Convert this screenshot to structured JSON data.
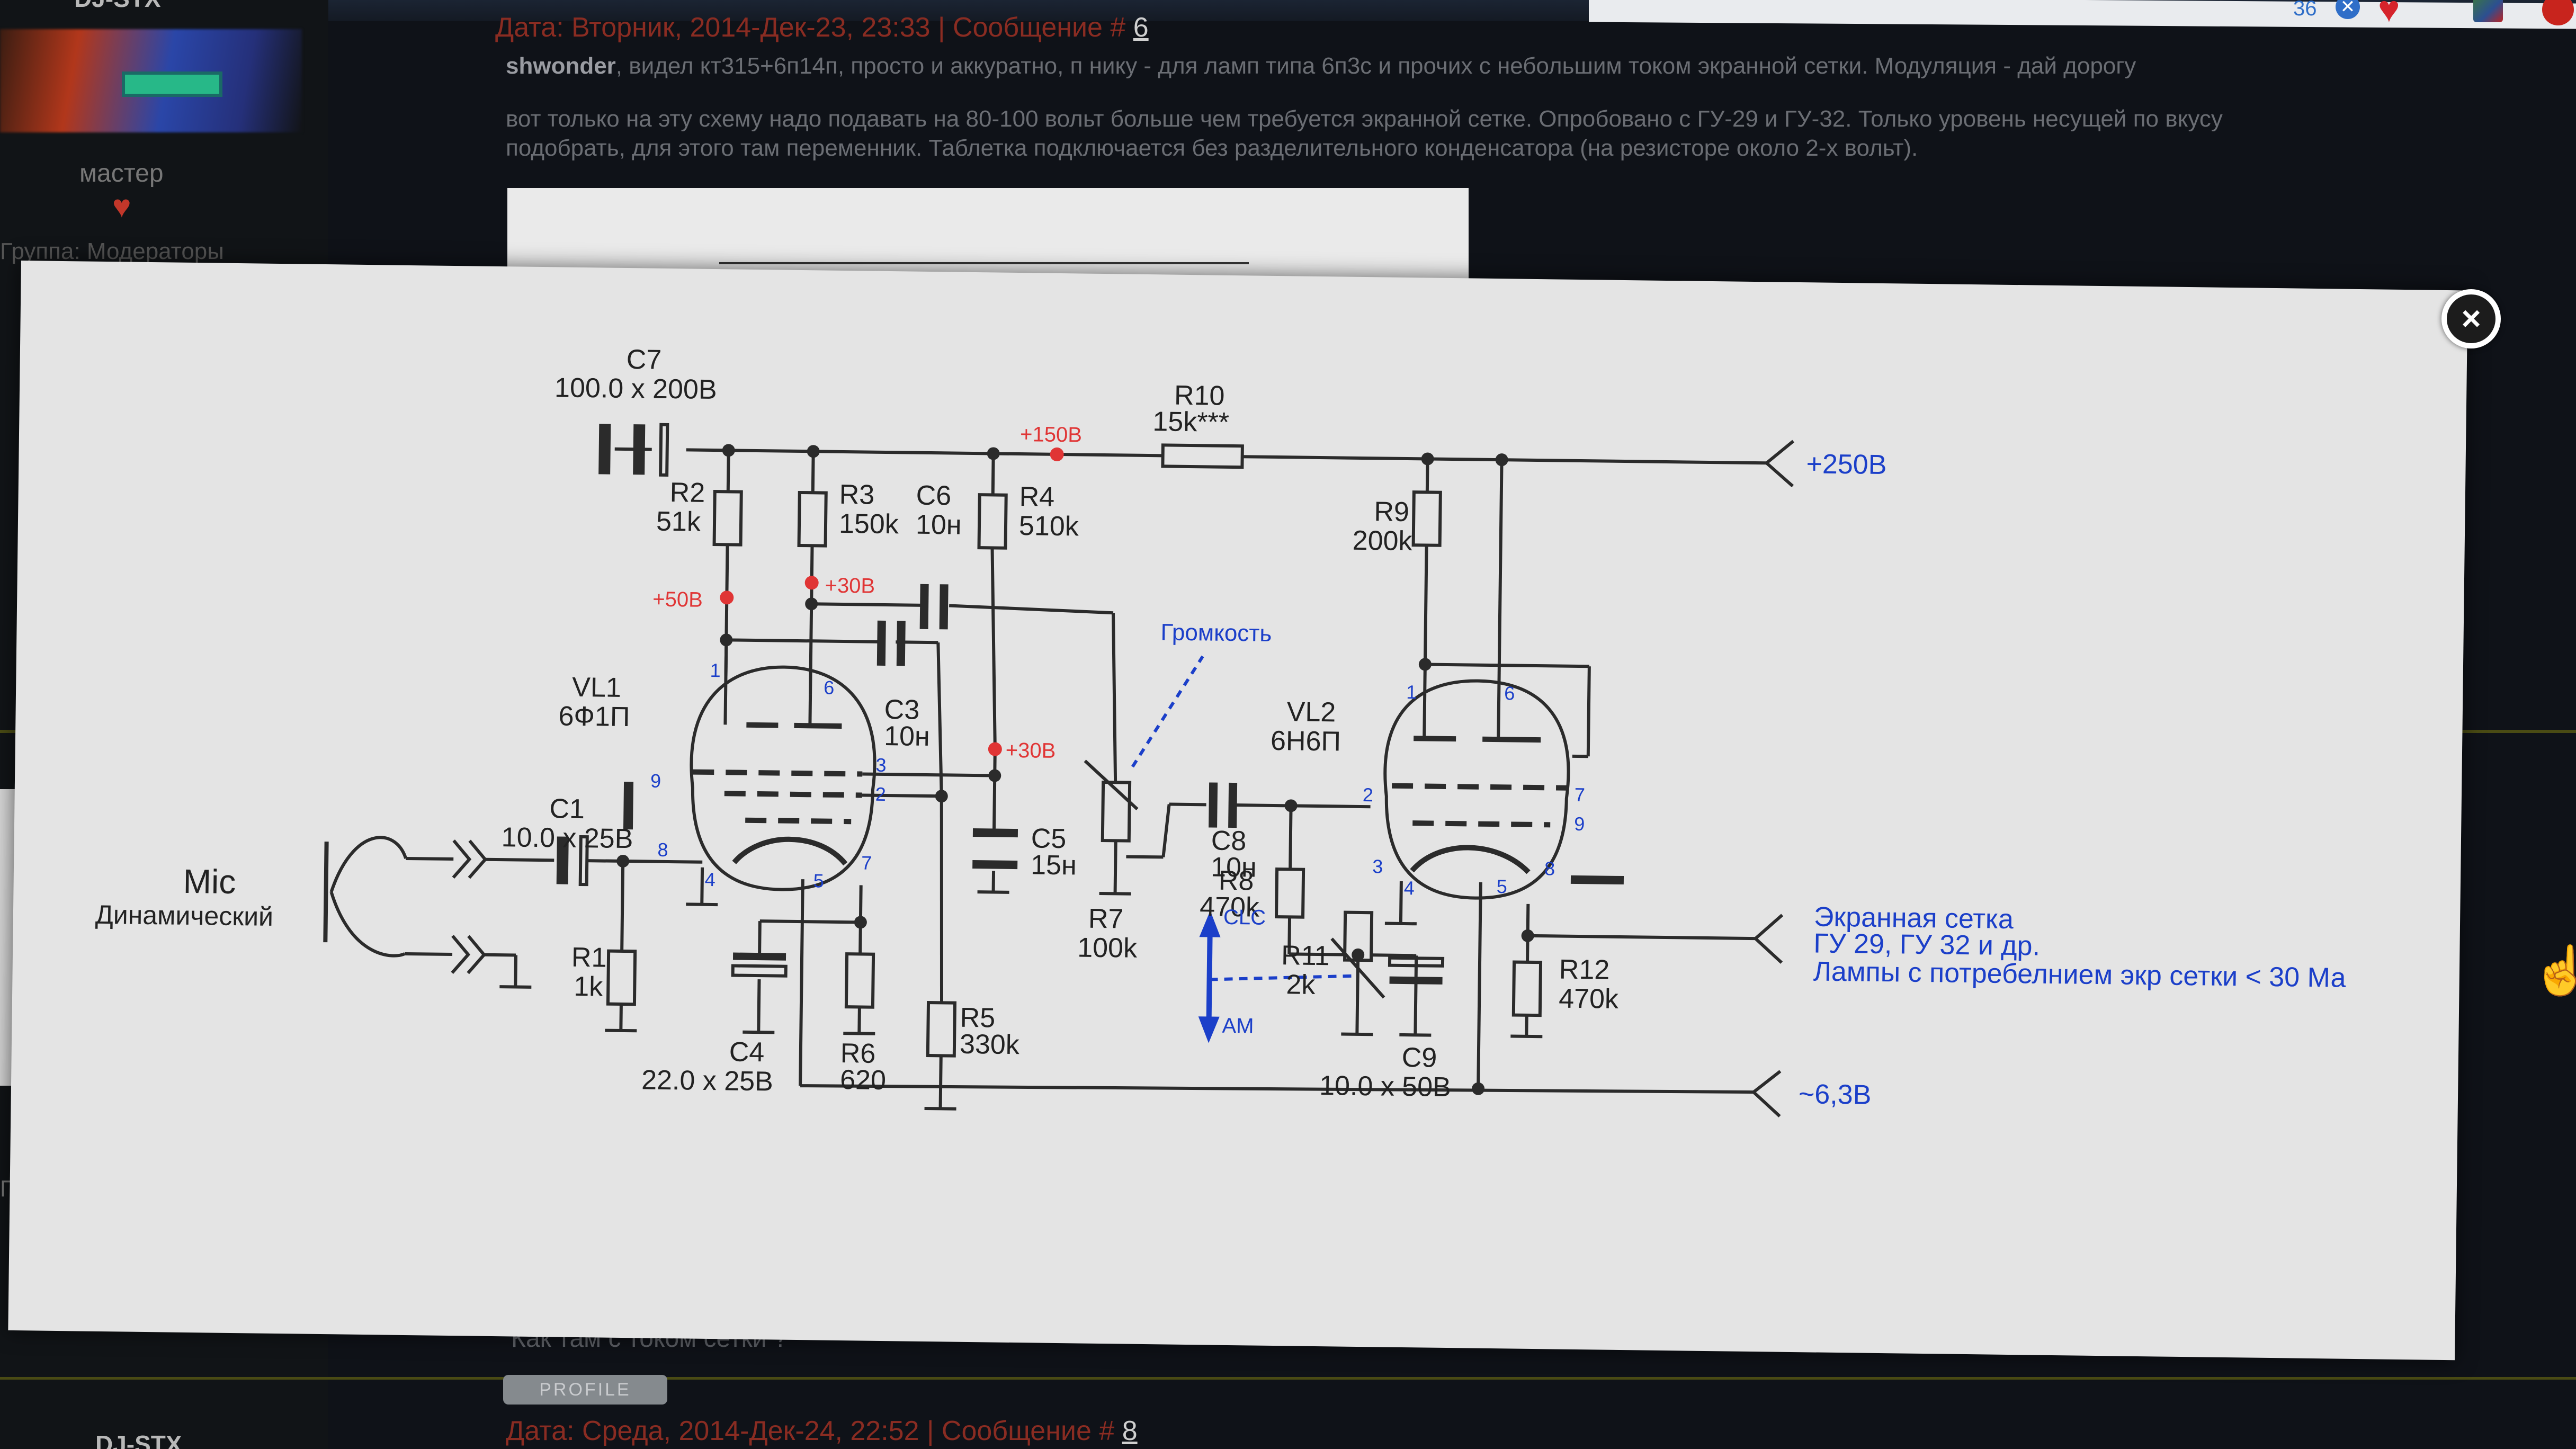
{
  "window": {
    "tray_count": "36"
  },
  "forum": {
    "author_top": "DJ-STX",
    "rank": "мастер",
    "group": "Группа: Модераторы",
    "left_cut": "Гр",
    "post_header": {
      "date": "Дата: Вторник, 2014-Дек-23, 23:33 | Сообщение # ",
      "num": "6"
    },
    "post_lines": [
      {
        "author": "shwonder",
        "text": ", видел кт315+6п14п, просто и аккуратно, п                   нику - для ламп типа 6п3с и прочих с небольшим током экранной сетки. Модуляция - дай дорогу"
      },
      {
        "author": "",
        "text": "вот только на эту схему надо подавать на 80-100 вольт больше чем требуется экранной сетке. Опробовано с ГУ-29 и ГУ-32. Только уровень несущей по вкусу"
      },
      {
        "author": "",
        "text": "подобрать, для этого там переменник. Таблетка подключается без разделительного конденсатора (на резисторе около 2-х вольт)."
      }
    ],
    "reply_text": "Как там с током сетки ?",
    "profile_button": "PROFILE",
    "next_author": "DJ-STX",
    "next_post_header": {
      "date": "Дата: Среда, 2014-Дек-24, 22:52 | Сообщение # ",
      "num": "8"
    }
  },
  "lightbox": {
    "close_label": "×"
  },
  "schematic": {
    "components": {
      "c7": {
        "name": "C7",
        "value": "100.0 x 200В"
      },
      "r10": {
        "name": "R10",
        "value": "15k***"
      },
      "r2": {
        "name": "R2",
        "value": "51k"
      },
      "r3": {
        "name": "R3",
        "value": "150k"
      },
      "c6": {
        "name": "C6",
        "value": "10н"
      },
      "r4": {
        "name": "R4",
        "value": "510k"
      },
      "r9": {
        "name": "R9",
        "value": "200k"
      },
      "vl1": {
        "name": "VL1",
        "value": "6Ф1П"
      },
      "vl2": {
        "name": "VL2",
        "value": "6Н6П"
      },
      "c3": {
        "name": "C3",
        "value": "10н"
      },
      "c1": {
        "name": "C1",
        "value": "10.0 x 25В"
      },
      "c5": {
        "name": "C5",
        "value": "15н"
      },
      "c8": {
        "name": "C8",
        "value": "10н"
      },
      "r7": {
        "name": "R7",
        "value": "100k"
      },
      "r8": {
        "name": "R8",
        "value": "470k"
      },
      "r11": {
        "name": "R11",
        "value": "2k"
      },
      "r12": {
        "name": "R12",
        "value": "470k"
      },
      "r1": {
        "name": "R1",
        "value": "1k"
      },
      "r5": {
        "name": "R5",
        "value": "330k"
      },
      "r6": {
        "name": "R6",
        "value": "620"
      },
      "c4": {
        "name": "C4",
        "value": "22.0 x 25В"
      },
      "c9": {
        "name": "C9",
        "value": "10.0 x 50В"
      }
    },
    "voltages": {
      "v150": "+150В",
      "v50": "+50В",
      "v30a": "+30В",
      "v30b": "+30В",
      "v250": "+250В",
      "v63": "~6,3В"
    },
    "mic": {
      "title": "Mic",
      "subtitle": "Динамический"
    },
    "volume_label": "Громкость",
    "clc": "CLC",
    "am": "AM",
    "screen_grid": [
      "Экранная сетка",
      "ГУ 29, ГУ 32 и др.",
      "Лампы с потребелнием экр сетки < 30 Ма"
    ],
    "pins_vl1": [
      "1",
      "6",
      "9",
      "3",
      "2",
      "8",
      "7",
      "4",
      "5"
    ],
    "pins_vl2": [
      "1",
      "6",
      "2",
      "7",
      "9",
      "3",
      "8",
      "4",
      "5"
    ],
    "colors": {
      "wire": "#2b2b2b",
      "accent_red": "#e03535",
      "accent_blue": "#1b3fc9"
    }
  }
}
